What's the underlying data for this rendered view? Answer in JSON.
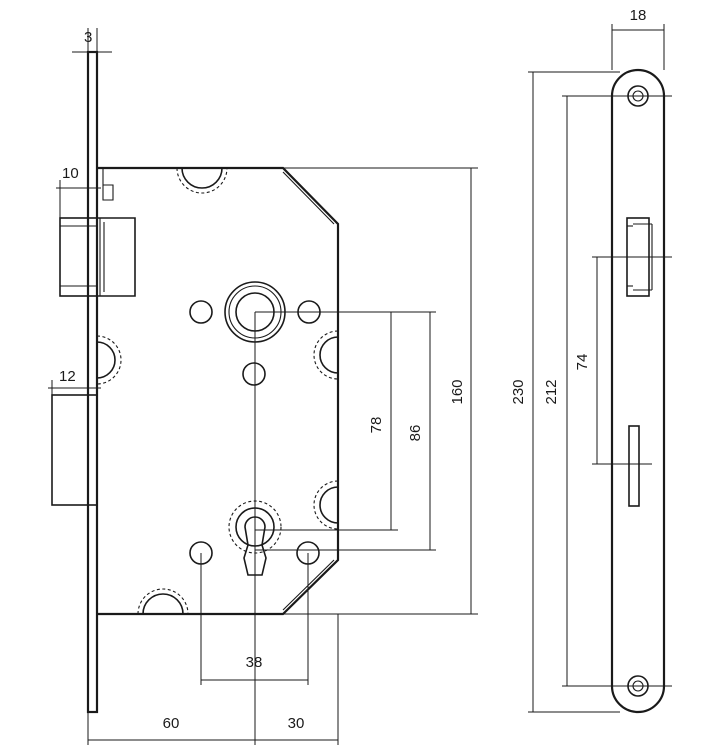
{
  "dimensions": {
    "faceplate_thickness": "3",
    "latch_projection": "10",
    "bolt_projection": "12",
    "case_height": "160",
    "spindle_to_key_78": "78",
    "spindle_to_key_86": "86",
    "fixing_hole_spacing": "38",
    "backset": "60",
    "case_remainder": "30",
    "faceplate_width": "18",
    "faceplate_length": "230",
    "screw_centers": "212",
    "latch_to_bolt": "74"
  }
}
